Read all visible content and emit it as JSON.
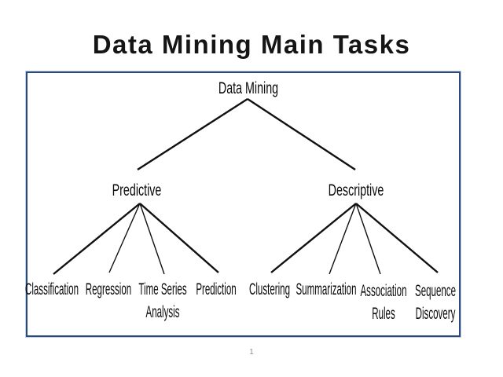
{
  "slide": {
    "title": "Data Mining Main Tasks",
    "page_number": "1",
    "colors": {
      "border": "#2a4a7c",
      "text": "#0a0a0a",
      "page_number": "#8f8f8f"
    }
  },
  "diagram": {
    "type": "tree",
    "root": {
      "label": "Data Mining"
    },
    "branches": [
      {
        "label": "Predictive",
        "children": [
          {
            "label": "Classification"
          },
          {
            "label": "Regression"
          },
          {
            "label": "Time Series\nAnalysis"
          },
          {
            "label": "Prediction"
          }
        ]
      },
      {
        "label": "Descriptive",
        "children": [
          {
            "label": "Clustering"
          },
          {
            "label": "Summarization"
          },
          {
            "label": "Association\nRules"
          },
          {
            "label": "Sequence\nDiscovery"
          }
        ]
      }
    ]
  }
}
